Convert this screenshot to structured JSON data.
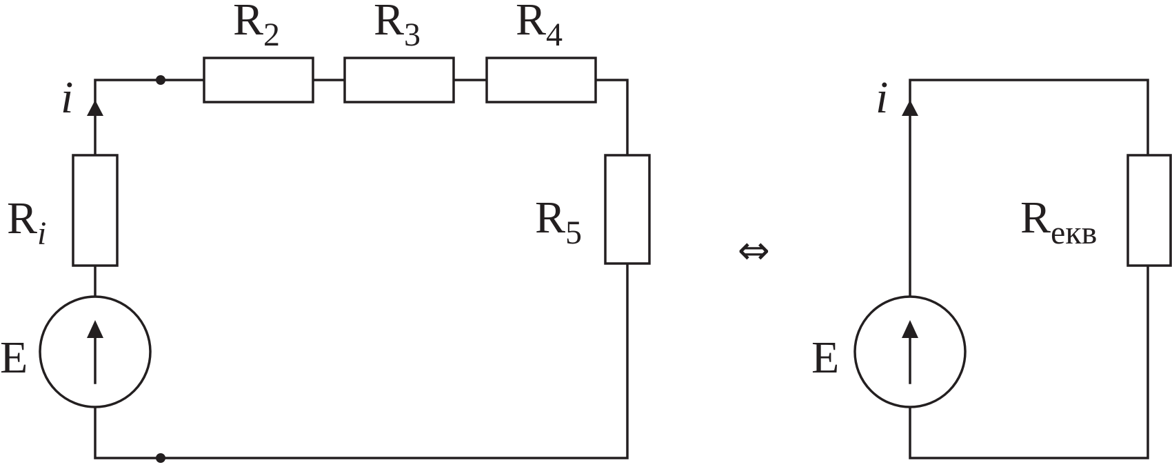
{
  "left_circuit": {
    "current_label": "i",
    "source_label": "E",
    "resistors": [
      {
        "base": "R",
        "sub": "i",
        "sub_italic": true
      },
      {
        "base": "R",
        "sub": "2",
        "sub_italic": false
      },
      {
        "base": "R",
        "sub": "3",
        "sub_italic": false
      },
      {
        "base": "R",
        "sub": "4",
        "sub_italic": false
      },
      {
        "base": "R",
        "sub": "5",
        "sub_italic": false
      }
    ]
  },
  "equivalence_symbol": "⇔",
  "right_circuit": {
    "current_label": "i",
    "source_label": "E",
    "resistor": {
      "base": "R",
      "sub": "екв"
    }
  }
}
